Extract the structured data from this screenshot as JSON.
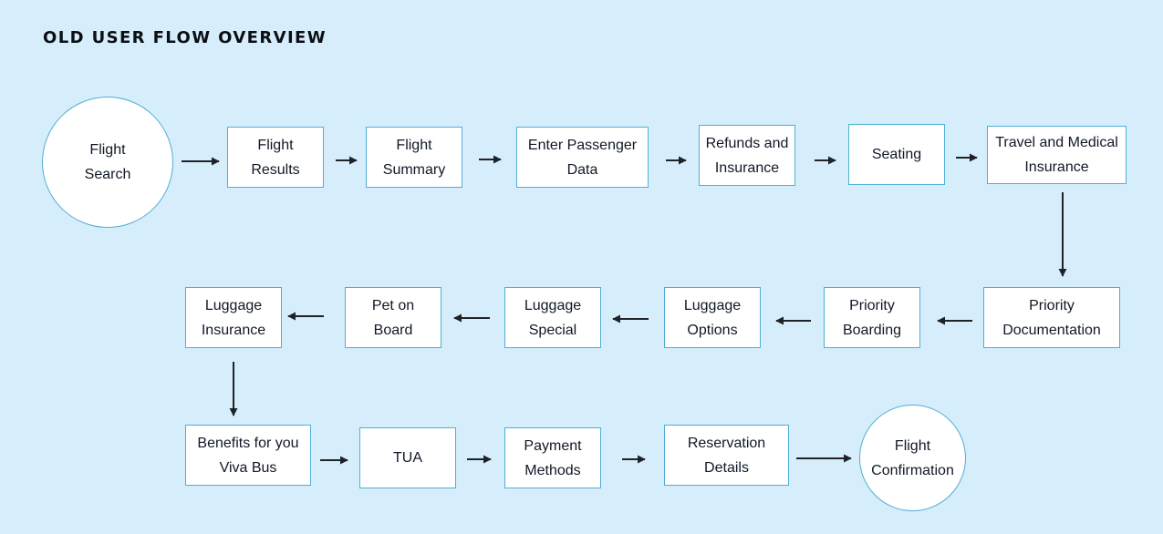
{
  "title": "OLD USER FLOW OVERVIEW",
  "colors": {
    "background": "#d6edfb",
    "node_fill": "#ffffff",
    "node_border": "#4fb0d4",
    "arrow": "#1f2328",
    "text": "#111827"
  },
  "nodes": {
    "flight_search": "Flight\nSearch",
    "flight_results": "Flight\nResults",
    "flight_summary": "Flight\nSummary",
    "enter_passenger_data": "Enter Passenger\nData",
    "refunds_insurance": "Refunds and\nInsurance",
    "seating": "Seating",
    "travel_medical_insurance": "Travel and Medical\nInsurance",
    "priority_documentation": "Priority\nDocumentation",
    "priority_boarding": "Priority\nBoarding",
    "luggage_options": "Luggage\nOptions",
    "luggage_special": "Luggage\nSpecial",
    "pet_on_board": "Pet on\nBoard",
    "luggage_insurance": "Luggage\nInsurance",
    "benefits_viva_bus": "Benefits for you\nViva Bus",
    "tua": "TUA",
    "payment_methods": "Payment\nMethods",
    "reservation_details": "Reservation\nDetails",
    "flight_confirmation": "Flight\nConfirmation"
  }
}
